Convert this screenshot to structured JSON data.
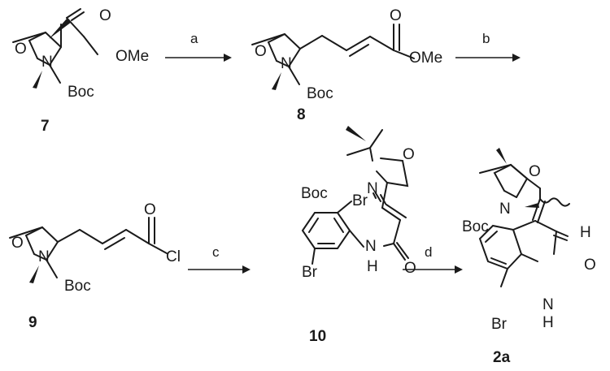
{
  "compounds": {
    "c7": {
      "number": "7",
      "O": "O",
      "N": "N",
      "Boc": "Boc",
      "carbonyl_O": "O",
      "ester": "OMe"
    },
    "c8": {
      "number": "8",
      "O": "O",
      "N": "N",
      "Boc": "Boc",
      "carbonyl_O": "O",
      "ester": "OMe"
    },
    "c9": {
      "number": "9",
      "O": "O",
      "N": "N",
      "Boc": "Boc",
      "carbonyl_O": "O",
      "Cl": "Cl"
    },
    "c10": {
      "number": "10",
      "O": "O",
      "N": "N",
      "Boc": "Boc",
      "carbonyl_O": "O",
      "NH": "N",
      "H": "H",
      "Br1": "Br",
      "Br2": "Br"
    },
    "c2a": {
      "number": "2a",
      "O": "O",
      "N": "N",
      "Boc": "Boc",
      "H_vinyl": "H",
      "carbonyl_O": "O",
      "NH": "N",
      "H": "H",
      "Br": "Br"
    }
  },
  "steps": {
    "a": "a",
    "b": "b",
    "c": "c",
    "d": "d"
  },
  "colors": {
    "ink": "#1a1a1a",
    "background": "#ffffff"
  }
}
